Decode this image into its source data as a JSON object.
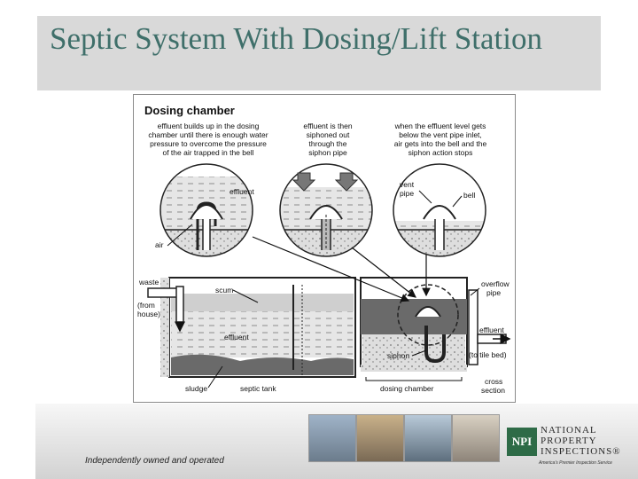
{
  "slide": {
    "title": "Septic System With Dosing/Lift Station"
  },
  "diagram": {
    "heading": "Dosing chamber",
    "captions": {
      "step1": [
        "effluent builds up in the dosing",
        "chamber until there is enough water",
        "pressure to overcome the pressure",
        "of the air trapped in the bell"
      ],
      "step2": [
        "effluent is then",
        "siphoned out",
        "through the",
        "siphon pipe"
      ],
      "step3": [
        "when the effluent level gets",
        "below the vent pipe inlet,",
        "air gets into the bell and the",
        "siphon action stops"
      ]
    },
    "labels": {
      "effluent_detail": "effluent",
      "air": "air",
      "vent_pipe": [
        "vent",
        "pipe"
      ],
      "bell": "bell",
      "waste": "waste",
      "from_house": [
        "(from",
        "house)"
      ],
      "scum": "scum",
      "effluent_tank": "effluent",
      "sludge": "sludge",
      "septic_tank": "septic tank",
      "overflow_pipe": [
        "overflow",
        "pipe"
      ],
      "effluent_out": "effluent",
      "to_tile_bed": "(to tile bed)",
      "siphon": "siphon",
      "dosing_chamber": "dosing chamber",
      "cross_section": [
        "cross",
        "section"
      ]
    }
  },
  "footer": {
    "tagline": "Independently owned and operated",
    "logo": {
      "mark": "NPI",
      "line1": "NATIONAL",
      "line2": "PROPERTY",
      "line3": "INSPECTIONS®",
      "subtitle": "America's Premier Inspection Service"
    }
  },
  "colors": {
    "title_text": "#3f6f6a",
    "title_bar": "#d9d9d9",
    "liquid": "#e3e3e3",
    "sludge": "#666666",
    "gravel": "#dcdcdc",
    "logo_green": "#2e6b47"
  }
}
